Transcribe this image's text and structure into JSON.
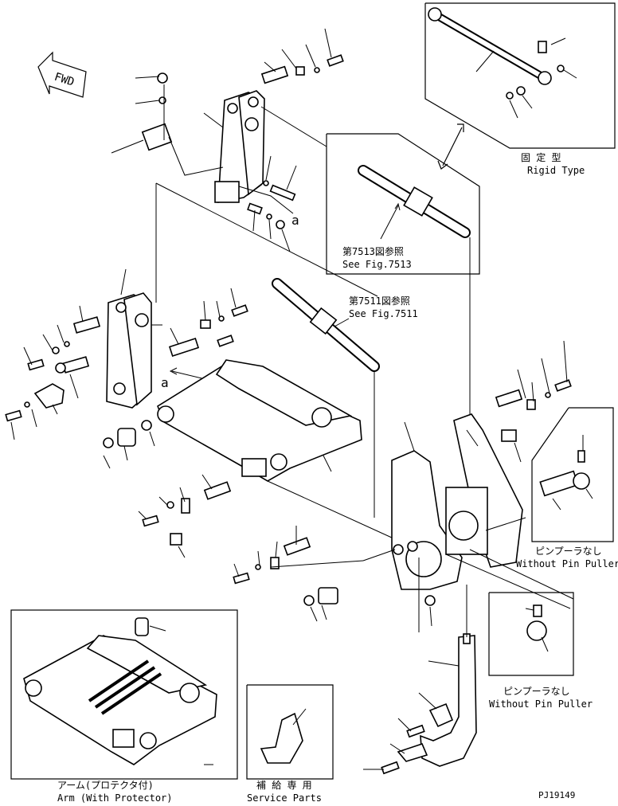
{
  "orientation": {
    "text": "FWD"
  },
  "callouts": {
    "rigid_type_jp": "固 定 型",
    "rigid_type_en": "Rigid Type",
    "fig7513_jp": "第7513図参照",
    "fig7513_en": "See Fig.7513",
    "fig7511_jp": "第7511図参照",
    "fig7511_en": "See Fig.7511",
    "pin_puller_1_jp": "ピンプーラなし",
    "pin_puller_1_en": "Without Pin Puller",
    "pin_puller_2_jp": "ピンプーラなし",
    "pin_puller_2_en": "Without Pin Puller",
    "arm_protector_jp": "アーム(プロテクタ付)",
    "arm_protector_en": "Arm (With Protector)",
    "service_parts_jp": "補 給 専 用",
    "service_parts_en": "Service Parts",
    "view_mark_1": "a",
    "view_mark_2": "a"
  },
  "drawing_id": "PJ19149"
}
